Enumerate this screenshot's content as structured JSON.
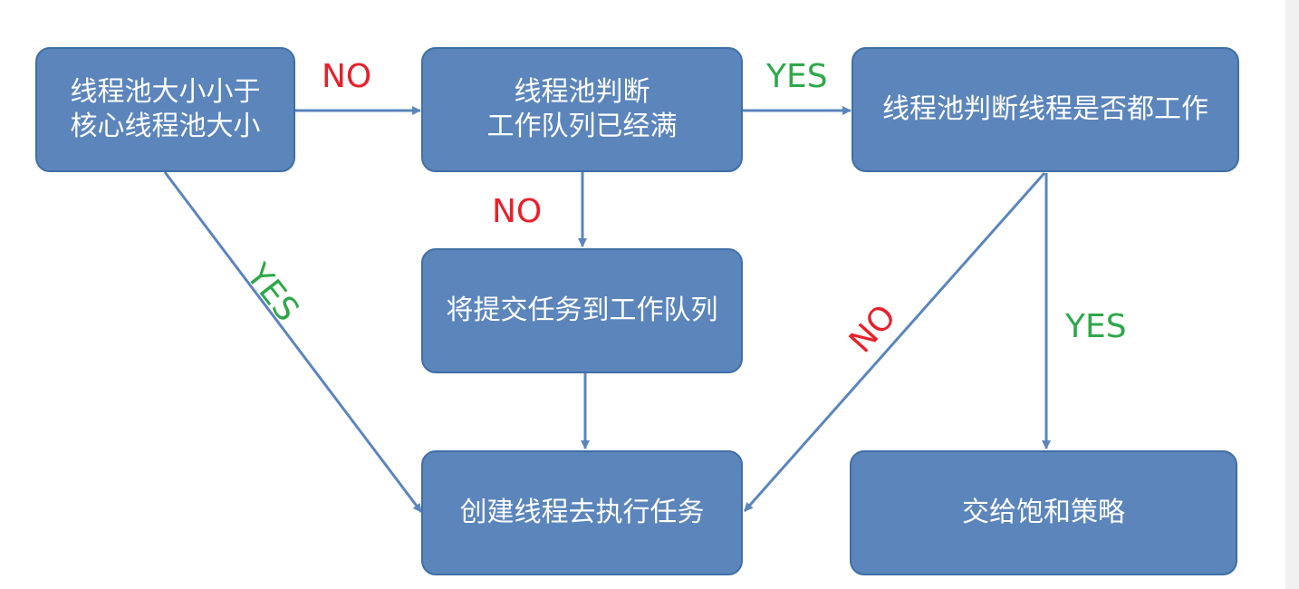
{
  "nodes": {
    "core_check": {
      "lines": [
        "线程池大小小于",
        "核心线程池大小"
      ]
    },
    "queue_check": {
      "lines": [
        "线程池判断",
        "工作队列已经满"
      ]
    },
    "pool_check": {
      "lines": [
        "线程池判断线程是否都工作"
      ]
    },
    "enqueue": {
      "lines": [
        "将提交任务到工作队列"
      ]
    },
    "create_thread": {
      "lines": [
        "创建线程去执行任务"
      ]
    },
    "saturation": {
      "lines": [
        "交给饱和策略"
      ]
    }
  },
  "edge_labels": {
    "core_to_queue": "NO",
    "queue_to_pool": "YES",
    "queue_to_enqueue": "NO",
    "core_to_create": "YES",
    "pool_to_create": "NO",
    "pool_to_saturation": "YES"
  },
  "colors": {
    "node_fill": "#5b85bb",
    "edge": "#5b85bb",
    "no": "#e8202c",
    "yes": "#2ea84a"
  }
}
